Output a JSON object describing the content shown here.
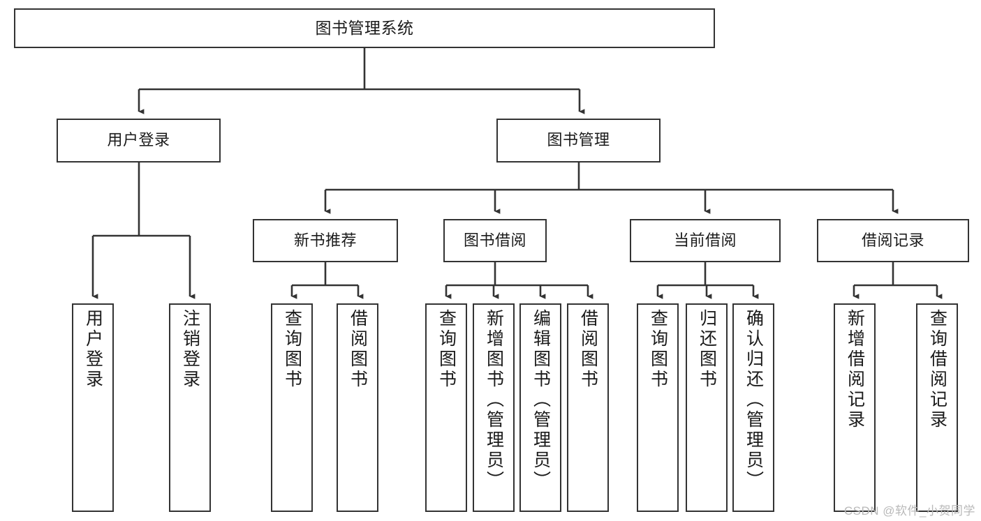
{
  "diagram": {
    "title": "图书管理系统",
    "watermark": "CSDN @软件_小贺同学",
    "colors": {
      "box_border": "#333333",
      "box_fill": "#ffffff",
      "edge": "#333333",
      "text": "#1a1a1a",
      "watermark": "#b9b9b9",
      "background": "#ffffff"
    },
    "root": {
      "label": "图书管理系统"
    },
    "level2": [
      {
        "label": "用户登录"
      },
      {
        "label": "图书管理"
      }
    ],
    "level3": [
      {
        "label": "新书推荐"
      },
      {
        "label": "图书借阅"
      },
      {
        "label": "当前借阅"
      },
      {
        "label": "借阅记录"
      }
    ],
    "leaves": {
      "user_login": [
        {
          "label": "用户登录"
        },
        {
          "label": "注销登录"
        }
      ],
      "new_book_recommend": [
        {
          "label": "查询图书"
        },
        {
          "label": "借阅图书"
        }
      ],
      "book_borrow": [
        {
          "label": "查询图书"
        },
        {
          "label": "新增图书（管理员）"
        },
        {
          "label": "编辑图书（管理员）"
        },
        {
          "label": "借阅图书"
        }
      ],
      "current_borrow": [
        {
          "label": "查询图书"
        },
        {
          "label": "归还图书"
        },
        {
          "label": "确认归还（管理员）"
        }
      ],
      "borrow_record": [
        {
          "label": "新增借阅记录"
        },
        {
          "label": "查询借阅记录"
        }
      ]
    }
  }
}
